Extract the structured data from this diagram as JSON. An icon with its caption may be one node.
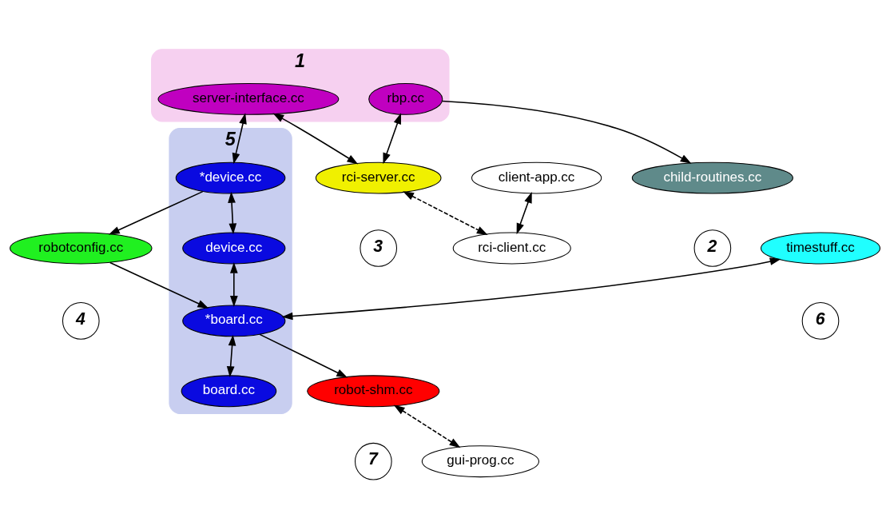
{
  "diagram": {
    "nodes": [
      {
        "text": [
          "1"
        ]
      },
      {
        "text": [
          "rbp.cc"
        ],
        "in": 0
      },
      {
        "text": [
          "server-interface.cc"
        ],
        "in": 0
      },
      {
        "text": [
          "child-routines.cc"
        ],
        "beside": [
          "2"
        ]
      },
      {
        "text": [
          "client-app.cc"
        ]
      },
      {
        "text": [
          "rci-server.cc"
        ],
        "beside": [
          "3"
        ]
      },
      {
        "text": [
          "rci-client.cc"
        ]
      },
      {
        "text": [
          "5"
        ]
      },
      {
        "text": [
          "*device.cc"
        ],
        "in": 7
      },
      {
        "text": [
          "device.cc"
        ],
        "in": 7
      },
      {
        "text": [
          "*board.cc"
        ],
        "in": 7
      },
      {
        "text": [
          "board.cc"
        ],
        "in": 7
      },
      {
        "text": [
          "robotconfig.cc"
        ],
        "beside": [
          "4"
        ]
      },
      {
        "text": [
          "timestuff.cc"
        ],
        "beside": [
          "6"
        ]
      },
      {
        "text": [
          "robot-shm.cc"
        ],
        "beside": [
          "7"
        ]
      },
      {
        "text": [
          "gui-prog.cc"
        ]
      }
    ],
    "edges": [
      {
        "from": 1,
        "to": 3,
        "arrow": "to"
      },
      {
        "from": 1,
        "to": 5,
        "arrow": "both"
      },
      {
        "from": 4,
        "to": 6,
        "arrow": "both"
      },
      {
        "from": 2,
        "to": 5,
        "arrow": "both"
      },
      {
        "from": 5,
        "to": 6,
        "arrow": "both",
        "style": "dashed"
      },
      {
        "from": 2,
        "to": 8,
        "arrow": "both"
      },
      {
        "from": 8,
        "to": 12,
        "arrow": "to"
      },
      {
        "from": 8,
        "to": 9,
        "arrow": "both"
      },
      {
        "from": 12,
        "to": 10,
        "arrow": "to"
      },
      {
        "from": 9,
        "to": 10,
        "arrow": "both"
      },
      {
        "from": 10,
        "to": 11,
        "arrow": "both"
      },
      {
        "from": 13,
        "to": 10,
        "arrow": "both"
      },
      {
        "from": 10,
        "to": 14,
        "arrow": "to"
      },
      {
        "from": 14,
        "to": 15,
        "arrow": "both",
        "style": "dashed"
      }
    ]
  }
}
